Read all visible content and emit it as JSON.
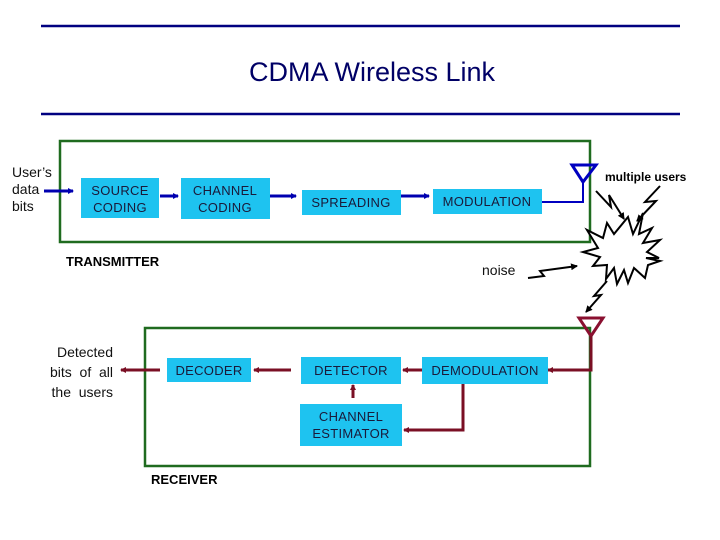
{
  "title": "CDMA Wireless Link",
  "colors": {
    "title": "#000066",
    "rule": "#000080",
    "block_fill": "#1ec3f0",
    "group_border": "#1f6b1f",
    "tx_arrow": "#0000b0",
    "rx_arrow": "#7a0f24",
    "tx_antenna": "#0000c0",
    "rx_antenna": "#8a1030",
    "noise": "#000000"
  },
  "transmitter": {
    "label": "TRANSMITTER",
    "input_label": [
      "User’s",
      "data",
      "bits"
    ],
    "blocks": [
      {
        "id": "source-coding",
        "lines": [
          "SOURCE",
          "CODING"
        ]
      },
      {
        "id": "channel-coding",
        "lines": [
          "CHANNEL",
          "CODING"
        ]
      },
      {
        "id": "spreading",
        "lines": [
          "SPREADING"
        ]
      },
      {
        "id": "modulation",
        "lines": [
          "MODULATION"
        ]
      }
    ]
  },
  "channel": {
    "multiple_users_label": "multiple users",
    "noise_label": "noise"
  },
  "receiver": {
    "label": "RECEIVER",
    "output_label": [
      "Detected",
      "bits  of  all",
      "the  users"
    ],
    "blocks": [
      {
        "id": "decoder",
        "lines": [
          "DECODER"
        ]
      },
      {
        "id": "detector",
        "lines": [
          "DETECTOR"
        ]
      },
      {
        "id": "demodulation",
        "lines": [
          "DEMODULATION"
        ]
      },
      {
        "id": "channel-estimator",
        "lines": [
          "CHANNEL",
          "ESTIMATOR"
        ]
      }
    ]
  }
}
